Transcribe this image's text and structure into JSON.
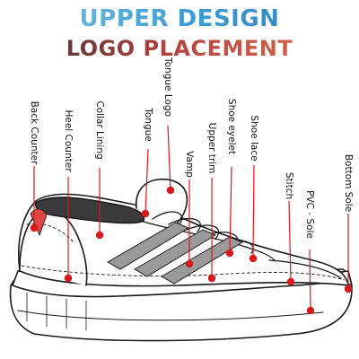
{
  "title": {
    "line1": "UPPER DESIGN",
    "line2": "LOGO PLACEMENT"
  },
  "labels": [
    {
      "id": "back-counter",
      "text": "Back Counter"
    },
    {
      "id": "heel-counter",
      "text": "Heel Counter"
    },
    {
      "id": "collar-lining",
      "text": "Collar Lining"
    },
    {
      "id": "tongue",
      "text": "Tongue"
    },
    {
      "id": "tongue-logo",
      "text": "Tongue Logo"
    },
    {
      "id": "vamp",
      "text": "Vamp"
    },
    {
      "id": "upper-trim",
      "text": "Upper trim"
    },
    {
      "id": "shoe-eyelet",
      "text": "Shoe eyelet"
    },
    {
      "id": "shoe-lace",
      "text": "Shoe lace"
    },
    {
      "id": "stitch",
      "text": "Stitch"
    },
    {
      "id": "pvc-sole",
      "text": "PVC - Sole"
    },
    {
      "id": "bottom-sole",
      "text": "Bottom Sole"
    }
  ],
  "colors": {
    "title1_accent": "#3d9ad0",
    "title2_accent": "#b0413e",
    "marker": "#d7191c",
    "outline": "#1a1a1a",
    "stripe": "#9a9a9a"
  }
}
